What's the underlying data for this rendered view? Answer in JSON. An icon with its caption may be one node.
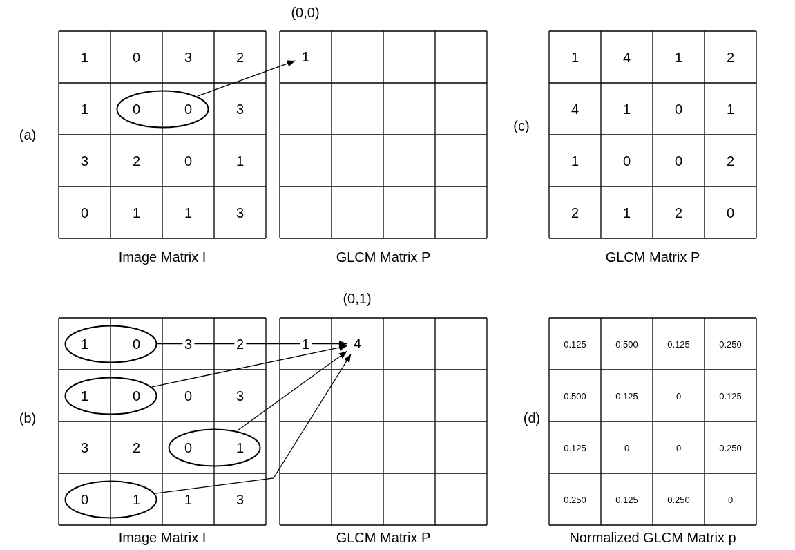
{
  "diagram": {
    "nodes": [
      {
        "text": [
          "0",
          "0"
        ]
      },
      {
        "text": [
          "1"
        ]
      },
      {
        "text": [
          "1",
          "0"
        ]
      },
      {
        "text": [
          "1",
          "0"
        ]
      },
      {
        "text": [
          "0",
          "1"
        ]
      },
      {
        "text": [
          "0",
          "1"
        ]
      },
      {
        "text": [
          "4"
        ]
      }
    ],
    "edges": [
      {
        "from": 0,
        "to": 1,
        "arrow": "to"
      },
      {
        "from": 2,
        "to": 6,
        "arrow": "to"
      },
      {
        "from": 3,
        "to": 6,
        "arrow": "to"
      },
      {
        "from": 4,
        "to": 6,
        "arrow": "to"
      },
      {
        "from": 5,
        "to": 6,
        "arrow": "to"
      }
    ],
    "labels": [
      "(0,0)",
      "(a)",
      "1",
      "0",
      "3",
      "2",
      "1",
      "3",
      "3",
      "2",
      "0",
      "1",
      "0",
      "1",
      "1",
      "3",
      "Image Matrix I",
      "GLCM Matrix P",
      "(c)",
      "1",
      "4",
      "1",
      "2",
      "4",
      "1",
      "0",
      "1",
      "1",
      "0",
      "0",
      "2",
      "2",
      "1",
      "2",
      "0",
      "GLCM Matrix P",
      "(0,1)",
      "(b)",
      "3",
      "2",
      "0",
      "3",
      "3",
      "2",
      "1",
      "3",
      "1",
      "Image Matrix I",
      "GLCM Matrix P",
      "(d)",
      "0.125",
      "0.500",
      "0.125",
      "0.250",
      "0.500",
      "0.125",
      "0",
      "0.125",
      "0.125",
      "0",
      "0",
      "0.250",
      "0.250",
      "0.125",
      "0.250",
      "0",
      "Normalized GLCM Matrix p"
    ]
  }
}
